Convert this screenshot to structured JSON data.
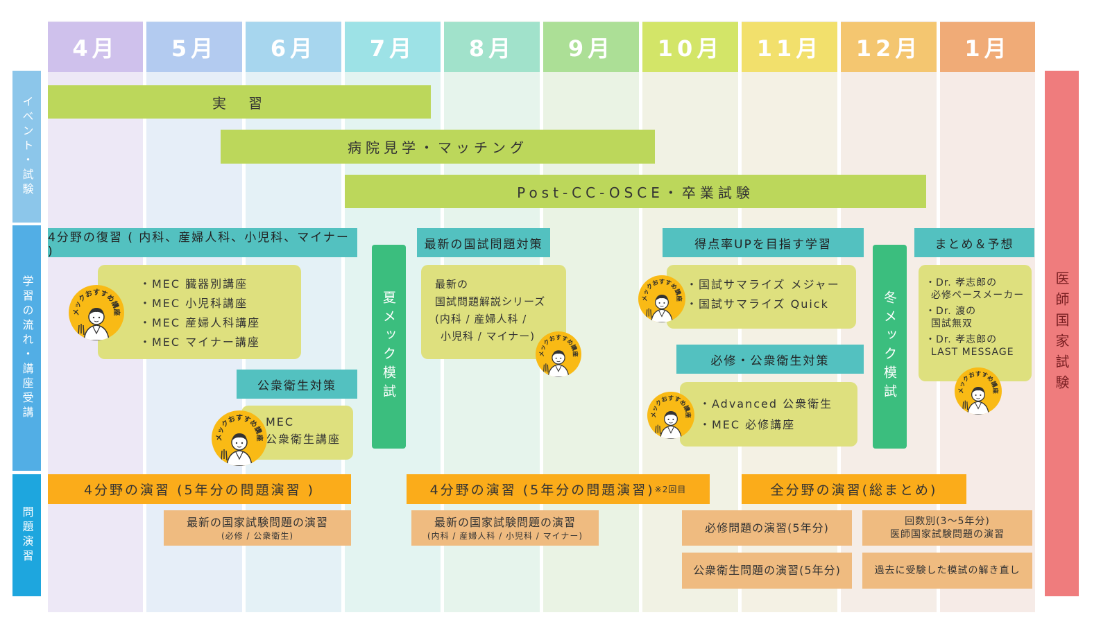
{
  "months": [
    "4月",
    "5月",
    "6月",
    "7月",
    "8月",
    "9月",
    "10月",
    "11月",
    "12月",
    "1月"
  ],
  "colors": {
    "month_headers": [
      "#cfc1ec",
      "#b3cbf0",
      "#a7d6ee",
      "#9de2e6",
      "#a1e2cb",
      "#acdf96",
      "#d3e568",
      "#f2e06c",
      "#f4c670",
      "#f0ab77"
    ],
    "month_columns": [
      "#ede8f6",
      "#e6eef8",
      "#e4f1f6",
      "#e3f4f1",
      "#e6f4ec",
      "#eaf3e4",
      "#f1f2e4",
      "#f4f1e4",
      "#f5ede7",
      "#f6ebe7"
    ],
    "section_tabs": [
      "#8cc6ea",
      "#52aee5",
      "#1ea6de"
    ],
    "exam_tab": "#ef7c7d",
    "event_bar": "#bcd75b",
    "teal": "#53c1c0",
    "yellow_box": "#dee07e",
    "green_bar": "#3bbe7e",
    "orange_bar": "#fbac1a",
    "peach_box": "#efbb80",
    "badge": "#f9ba15"
  },
  "sections": {
    "events": "イベント・試験",
    "courses": "学習の流れ・講座受講",
    "practice": "問題演習"
  },
  "final_exam": "医師国家試験",
  "events": {
    "jisshu": "実　習",
    "kengaku": "病院見学・マッチング",
    "osce": "Post-CC-OSCE・卒業試験"
  },
  "courses": {
    "review_header": "4分野の復習 ( 内科、産婦人科、小児科、マイナー )",
    "review_items": [
      "・MEC 臓器別講座",
      "・MEC 小児科講座",
      "・MEC 産婦人科講座",
      "・MEC マイナー講座"
    ],
    "koshu_header": "公衆衛生対策",
    "koshu_items": [
      "MEC",
      "公衆衛生講座"
    ],
    "summer_mock": "夏メック模試",
    "latest_header": "最新の国試問題対策",
    "latest_items": [
      "最新の",
      "国試問題解説シリーズ",
      "(内科 / 産婦人科 /",
      "小児科 / マイナー)"
    ],
    "tokuten_header": "得点率UPを目指す学習",
    "tokuten_items": [
      "・国試サマライズ メジャー",
      "・国試サマライズ Quick"
    ],
    "hisshu_header": "必修・公衆衛生対策",
    "hisshu_items": [
      "・Advanced 公衆衛生",
      "・MEC 必修講座"
    ],
    "winter_mock": "冬メック模試",
    "matome_header": "まとめ＆予想",
    "matome_items": [
      "・Dr. 孝志郎の",
      "必修ペースメーカー",
      "・Dr. 渡の",
      "国試無双",
      "・Dr. 孝志郎の",
      "LAST MESSAGE"
    ],
    "badge_text": "メックおすすめ講座"
  },
  "practice": {
    "bar1": "4分野の演習 (5年分の問題演習 )",
    "bar2": "4分野の演習 (5年分の問題演習)",
    "bar2_note": "※2回目",
    "bar3": "全分野の演習(総まとめ)",
    "box1_title": "最新の国家試験問題の演習",
    "box1_sub": "(必修 / 公衆衛生)",
    "box2_title": "最新の国家試験問題の演習",
    "box2_sub": "(内科 / 産婦人科 / 小児科 / マイナー)",
    "box3": "必修問題の演習(5年分)",
    "box4": "公衆衛生問題の演習(5年分)",
    "box5_line1": "回数別(3～5年分)",
    "box5_line2": "医師国家試験問題の演習",
    "box6": "過去に受験した模試の解き直し"
  }
}
